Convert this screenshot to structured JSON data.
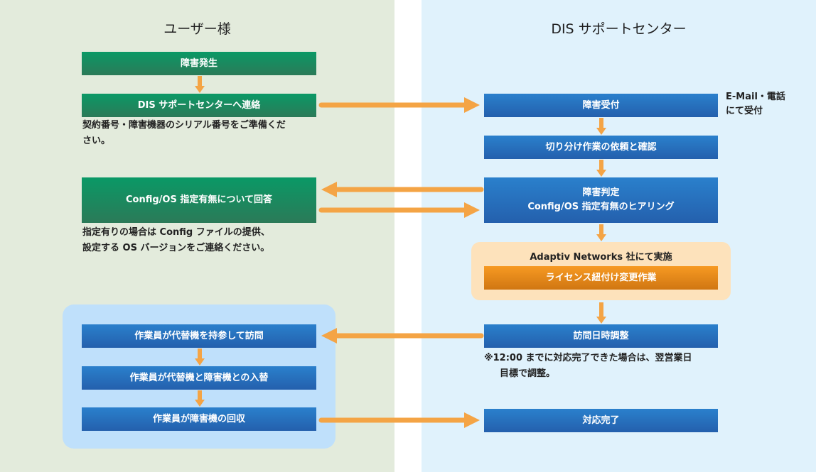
{
  "colors": {
    "left_lane_bg": "#e3ebdc",
    "right_lane_bg": "#e0f2fc",
    "green_box": "#0a9966",
    "blue_box": "#2a72c0",
    "orange_box": "#f08a1c",
    "arrow": "#f4a445",
    "blue_group_bg": "#bfe0fb",
    "orange_group_bg": "#fde2bb"
  },
  "lanes": {
    "left": {
      "title": "ユーザー様"
    },
    "right": {
      "title": "DIS サポートセンター"
    }
  },
  "left_steps": [
    {
      "label": "障害発生"
    },
    {
      "label": "DIS サポートセンターへ連絡",
      "note": [
        "契約番号・障害機器のシリアル番号をご準備くだ",
        "さい。"
      ]
    },
    {
      "label": "Config/OS 指定有無について回答",
      "note": [
        "指定有りの場合は Config ファイルの提供、",
        "設定する OS バージョンをご連絡ください。"
      ]
    }
  ],
  "onsite_group": {
    "steps": [
      {
        "label": "作業員が代替機を持参して訪問"
      },
      {
        "label": "作業員が代替機と障害機との入替"
      },
      {
        "label": "作業員が障害機の回収"
      }
    ]
  },
  "right_steps": [
    {
      "label": "障害受付",
      "side_note": [
        "E-Mail・電話",
        "にて受付"
      ]
    },
    {
      "label": "切り分け作業の依頼と確認"
    },
    {
      "label_lines": [
        "障害判定",
        "Config/OS 指定有無のヒアリング"
      ]
    },
    {
      "label": "訪問日時調整",
      "note": [
        "※12:00 までに対応完了できた場合は、翌営業日",
        "目標で調整。"
      ]
    },
    {
      "label": "対応完了"
    }
  ],
  "vendor_group": {
    "title": "Adaptiv Networks 社にて実施",
    "step": {
      "label": "ライセンス紐付け変更作業"
    }
  },
  "connections": [
    {
      "from": "left_steps.0",
      "to": "left_steps.1",
      "direction": "down"
    },
    {
      "from": "left_steps.1",
      "to": "right_steps.0",
      "direction": "right"
    },
    {
      "from": "right_steps.0",
      "to": "right_steps.1",
      "direction": "down"
    },
    {
      "from": "right_steps.1",
      "to": "right_steps.2",
      "direction": "down"
    },
    {
      "from": "right_steps.2",
      "to": "left_steps.2",
      "direction": "left"
    },
    {
      "from": "left_steps.2",
      "to": "right_steps.2",
      "direction": "right"
    },
    {
      "from": "right_steps.2",
      "to": "vendor_group.step",
      "direction": "down"
    },
    {
      "from": "vendor_group",
      "to": "right_steps.3",
      "direction": "down"
    },
    {
      "from": "right_steps.3",
      "to": "onsite_group.steps.0",
      "direction": "left"
    },
    {
      "from": "onsite_group.steps.0",
      "to": "onsite_group.steps.1",
      "direction": "down"
    },
    {
      "from": "onsite_group.steps.1",
      "to": "onsite_group.steps.2",
      "direction": "down"
    },
    {
      "from": "onsite_group.steps.2",
      "to": "right_steps.4",
      "direction": "right"
    }
  ]
}
